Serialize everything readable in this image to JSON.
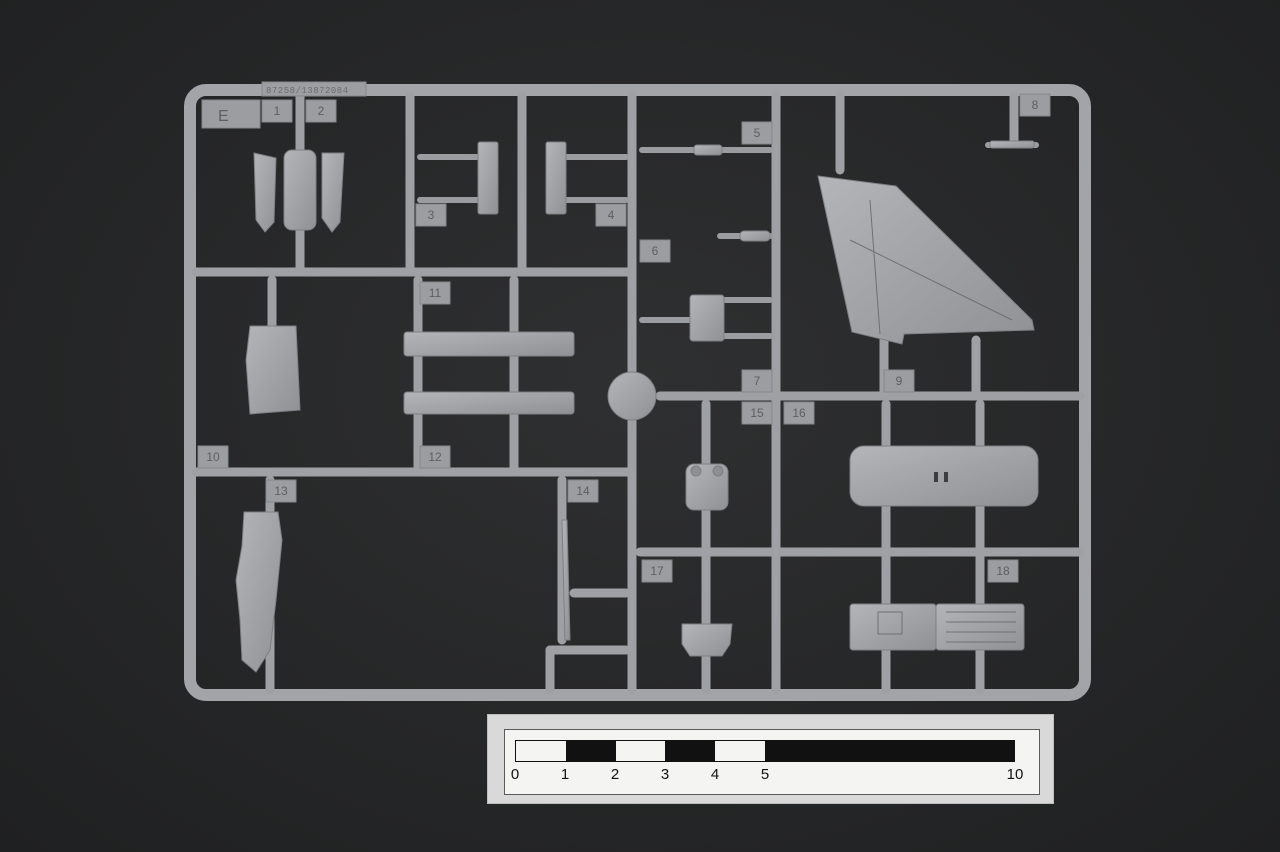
{
  "sprue": {
    "frame_letter": "E",
    "catalog_code": "87258/13872084",
    "part_numbers": [
      "1",
      "2",
      "3",
      "4",
      "5",
      "6",
      "7",
      "8",
      "9",
      "10",
      "11",
      "12",
      "13",
      "14",
      "15",
      "16",
      "17",
      "18"
    ]
  },
  "scale": {
    "labels": [
      "0",
      "1",
      "2",
      "3",
      "4",
      "5",
      "10"
    ],
    "colors": {
      "dark": "#111111",
      "light": "#f4f4f2"
    }
  },
  "colors": {
    "background": "#262728",
    "plastic": "#9fa1a4",
    "plastic_shadow": "#7c7e81"
  }
}
